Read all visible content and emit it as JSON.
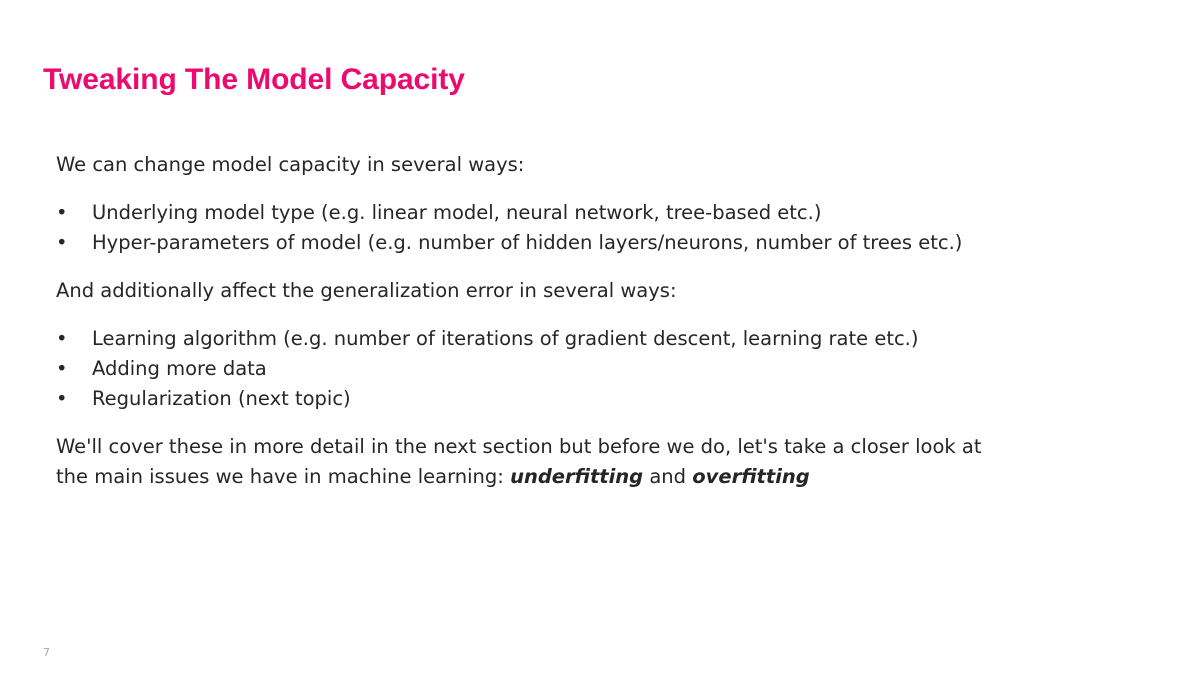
{
  "slide": {
    "title": "Tweaking The Model Capacity",
    "title_color": "#ec0a6e",
    "background_color": "#ffffff",
    "text_color": "#262626",
    "page_number": "7"
  },
  "body": {
    "intro_paragraph": "We can change model capacity in several ways:",
    "capacity_bullets": [
      "Underlying model type (e.g. linear model, neural network, tree-based etc.)",
      "Hyper-parameters of model (e.g. number of hidden layers/neurons, number of trees etc.)"
    ],
    "second_paragraph": "And additionally affect the generalization error in several ways:",
    "generalization_bullets": [
      "Learning algorithm (e.g. number of iterations of gradient descent, learning rate etc.)",
      "Adding more data",
      "Regularization (next topic)"
    ],
    "closing_paragraph": {
      "part1": "We'll cover these in more detail in the next section but before we do, let's take a closer look at the main issues we have in machine learning: ",
      "emphasis1": "underfitting",
      "conjunction": " and ",
      "emphasis2": "overfitting"
    },
    "bullet_glyph": "•"
  }
}
